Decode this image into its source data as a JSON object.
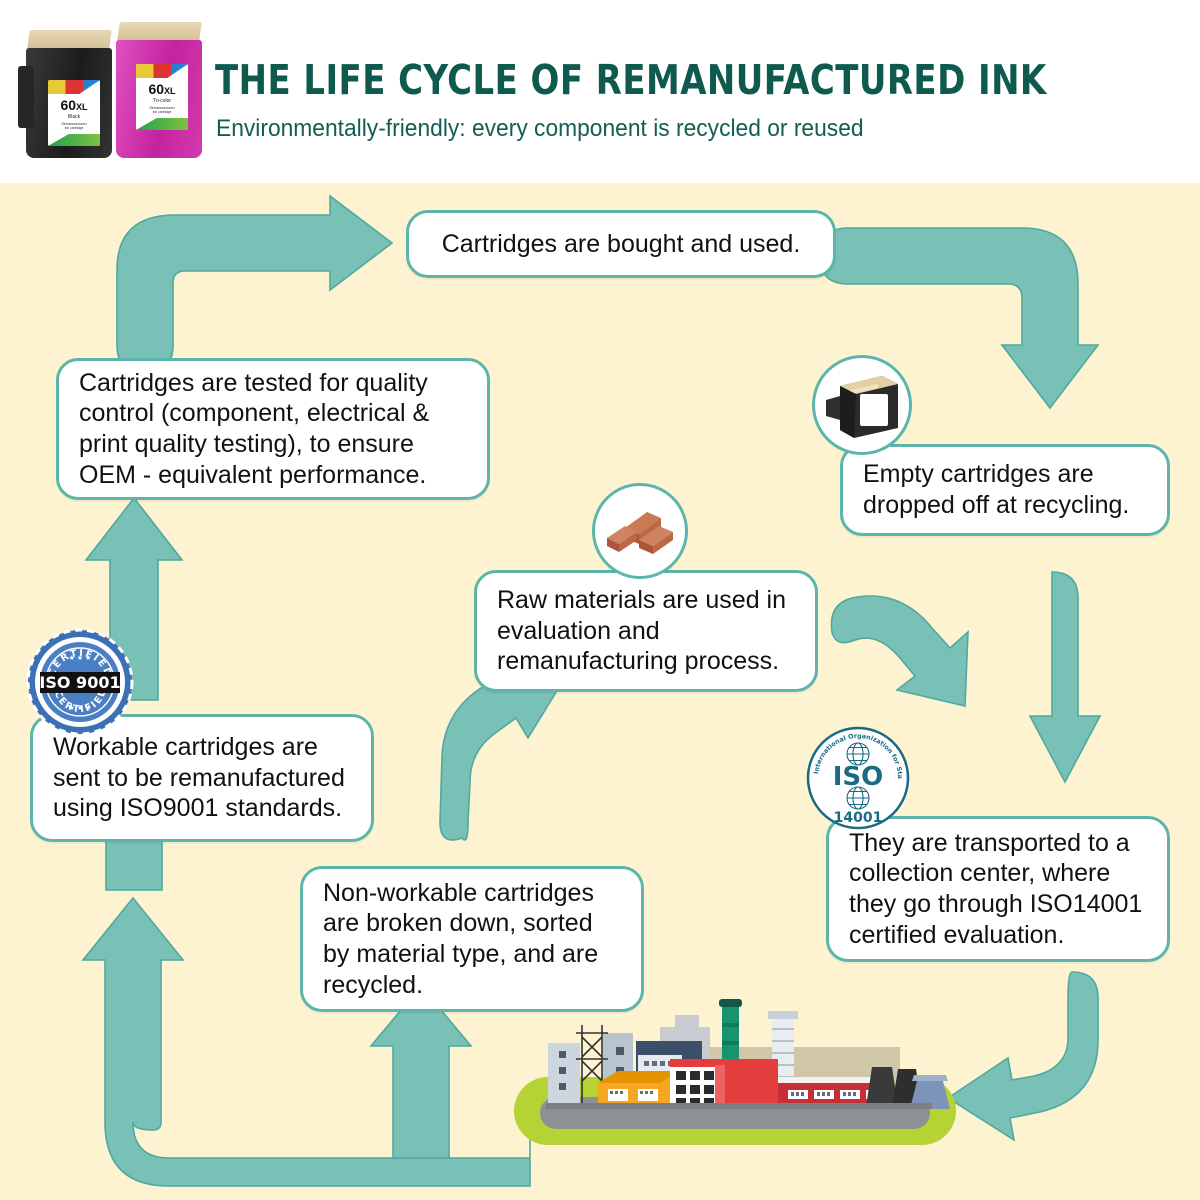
{
  "header": {
    "title": "THE LIFE CYCLE OF REMANUFACTURED INK",
    "subtitle": "Environmentally-friendly: every component is recycled or reused",
    "title_color": "#0e5a4e",
    "cartridges": [
      {
        "name": "black-cartridge",
        "model": "60",
        "size": "XL",
        "kind": "Black",
        "sub": "Remanufactured\nink cartridge",
        "body_color": "#2c2c2c"
      },
      {
        "name": "tricolor-cartridge",
        "model": "60",
        "size": "XL",
        "kind": "Tri-color",
        "sub": "Remanufactured\nink cartridge",
        "body_color": "#cf2bb0"
      }
    ]
  },
  "theme": {
    "background": "#fdf3d0",
    "arrow_fill": "#79c0b6",
    "arrow_stroke": "#4fa99e",
    "box_border": "#5cb5ab",
    "box_fill": "#ffffff",
    "text_color": "#111111"
  },
  "steps": [
    {
      "id": "bought-used",
      "text": "Cartridges are bought and used."
    },
    {
      "id": "dropped-off",
      "text": "Empty cartridges are dropped off at recycling.",
      "icon": "ink-cartridge-icon"
    },
    {
      "id": "transported",
      "text": "They are transported to a collection center, where they go through ISO14001 certified evaluation.",
      "icon": "iso-14001-badge"
    },
    {
      "id": "non-workable",
      "text": "Non-workable cartridges are broken down, sorted by material type, and are recycled."
    },
    {
      "id": "workable",
      "text": "Workable cartridges are sent to be remanufactured using ISO9001 standards.",
      "icon": "iso-9001-badge"
    },
    {
      "id": "quality-control",
      "text": "Cartridges are tested for quality control (component, electrical & print quality testing), to ensure OEM - equivalent performance."
    },
    {
      "id": "raw-materials",
      "text": "Raw materials are used in evaluation and remanufacturing process.",
      "icon": "bricks-icon"
    }
  ],
  "icons": {
    "iso9001": {
      "label": "ISO 9001",
      "top_text": "CERTIFIED",
      "bottom_text": "CERTIFIED",
      "color": "#3c6fb4"
    },
    "iso14001": {
      "label": "ISO",
      "number": "14001",
      "ring_text": "International Organization for Standardization",
      "color": "#1b6a84"
    },
    "bricks": {
      "label": "bricks-icon",
      "color": "#bd6a45"
    },
    "cartridge": {
      "label": "ink-cartridge-icon",
      "color": "#2b2b2b"
    },
    "factory": {
      "label": "factory-illustration",
      "ground_color": "#b5d334"
    }
  }
}
